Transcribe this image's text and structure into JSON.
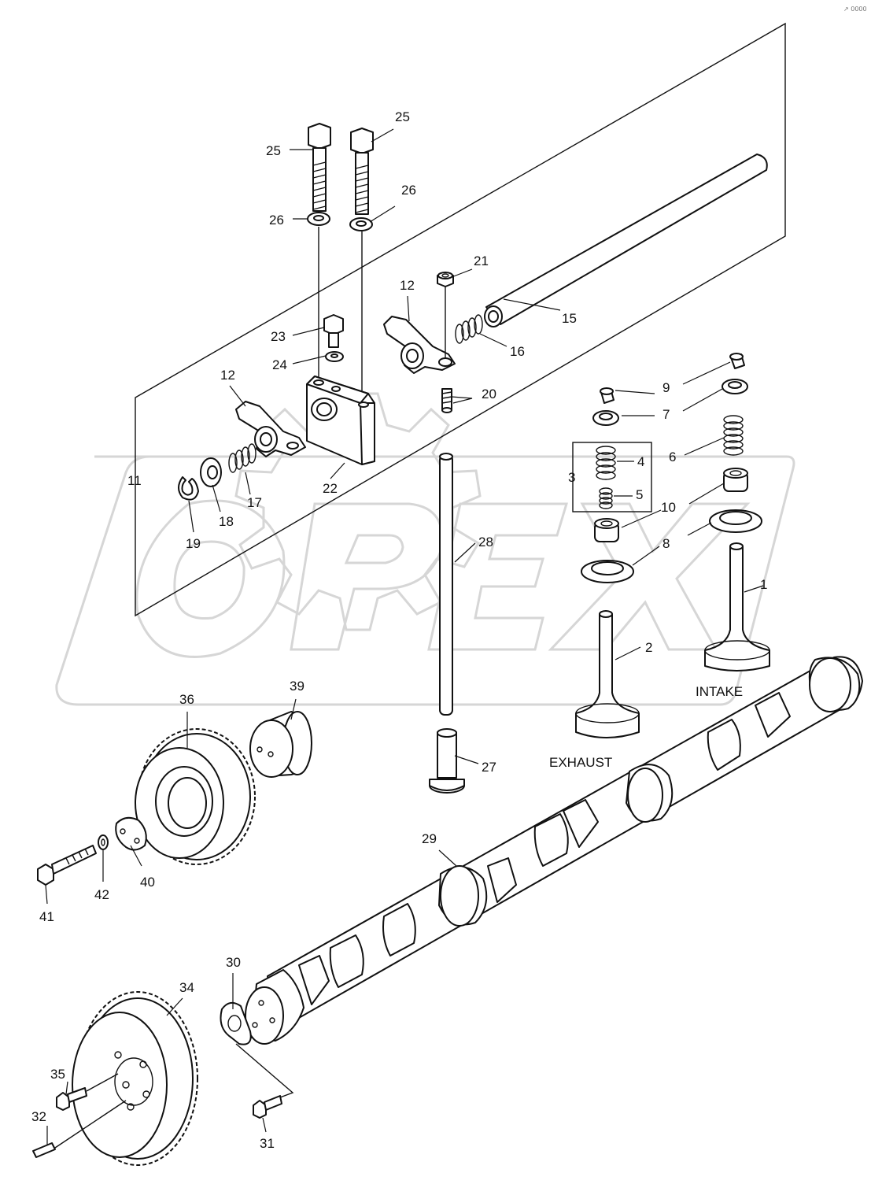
{
  "watermark": {
    "text": "OPEX",
    "color": "#d6d6d6"
  },
  "corner_mark": "↗ 0000",
  "captions": {
    "intake": "INTAKE",
    "exhaust": "EXHAUST"
  },
  "labels": {
    "l1": "1",
    "l2": "2",
    "l3": "3",
    "l4": "4",
    "l5": "5",
    "l6": "6",
    "l7": "7",
    "l8": "8",
    "l9": "9",
    "l10": "10",
    "l11": "11",
    "l12a": "12",
    "l12b": "12",
    "l15": "15",
    "l16": "16",
    "l17": "17",
    "l18": "18",
    "l19": "19",
    "l20": "20",
    "l21": "21",
    "l22": "22",
    "l23": "23",
    "l24": "24",
    "l25a": "25",
    "l25b": "25",
    "l26a": "26",
    "l26b": "26",
    "l27": "27",
    "l28": "28",
    "l29": "29",
    "l30": "30",
    "l31": "31",
    "l32": "32",
    "l34": "34",
    "l35": "35",
    "l36": "36",
    "l39": "39",
    "l40": "40",
    "l41": "41",
    "l42": "42"
  }
}
